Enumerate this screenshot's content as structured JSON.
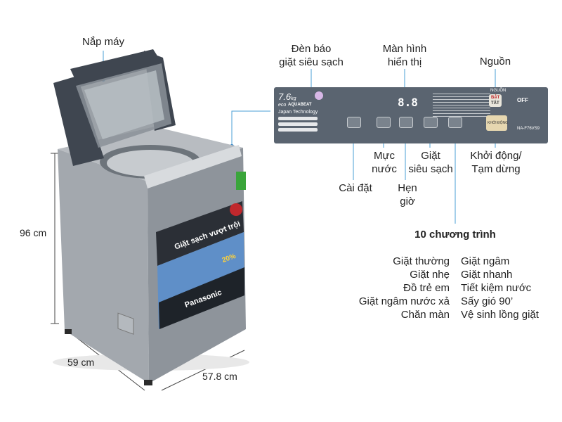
{
  "labels": {
    "lid": "Nắp máy",
    "indicator_line1": "Đèn báo",
    "indicator_line2": "giặt siêu sạch",
    "display_line1": "Màn hình",
    "display_line2": "hiển thị",
    "power": "Nguồn",
    "water_line1": "Mực",
    "water_line2": "nước",
    "superclean_line1": "Giặt",
    "superclean_line2": "siêu sạch",
    "startpause_line1": "Khởi động/",
    "startpause_line2": "Tạm dừng",
    "settings": "Cài đặt",
    "timer_line1": "Hẹn",
    "timer_line2": "giờ",
    "programs_title": "10 chương trình"
  },
  "programs_left": [
    "Giặt thường",
    "Giặt nhẹ",
    "Đồ trẻ em",
    "Giặt ngâm nước xả",
    "Chăn màn"
  ],
  "programs_right": [
    "Giặt ngâm",
    "Giặt nhanh",
    "Tiết kiệm nước",
    "Sấy gió 90’",
    "Vệ sinh lồng giặt"
  ],
  "dimensions": {
    "height": "96 cm",
    "depth": "59 cm",
    "width": "57.8 cm"
  },
  "panel": {
    "capacity": "7.6",
    "capacity_unit": "kg",
    "eco": "eco",
    "aquabeat": "AQUABEAT",
    "japan_tech": "Japan Technology",
    "display_digits": "8.8",
    "model": "NA-F76VS9",
    "btn_power_top": "BẬT",
    "btn_power_bottom": "TẮT",
    "btn_start": "KHỞI ĐỘNG",
    "off_label": "OFF",
    "power_label": "NGUỒN"
  },
  "machine": {
    "brand": "Panasonic",
    "banner": "Giặt sạch vượt trội",
    "percent": "20%"
  },
  "colors": {
    "body": "#9aa0a8",
    "panel": "#5a6470",
    "lid_frame": "#3f4650",
    "line": "#4a9fd5",
    "dot": "#2e7fc1"
  }
}
